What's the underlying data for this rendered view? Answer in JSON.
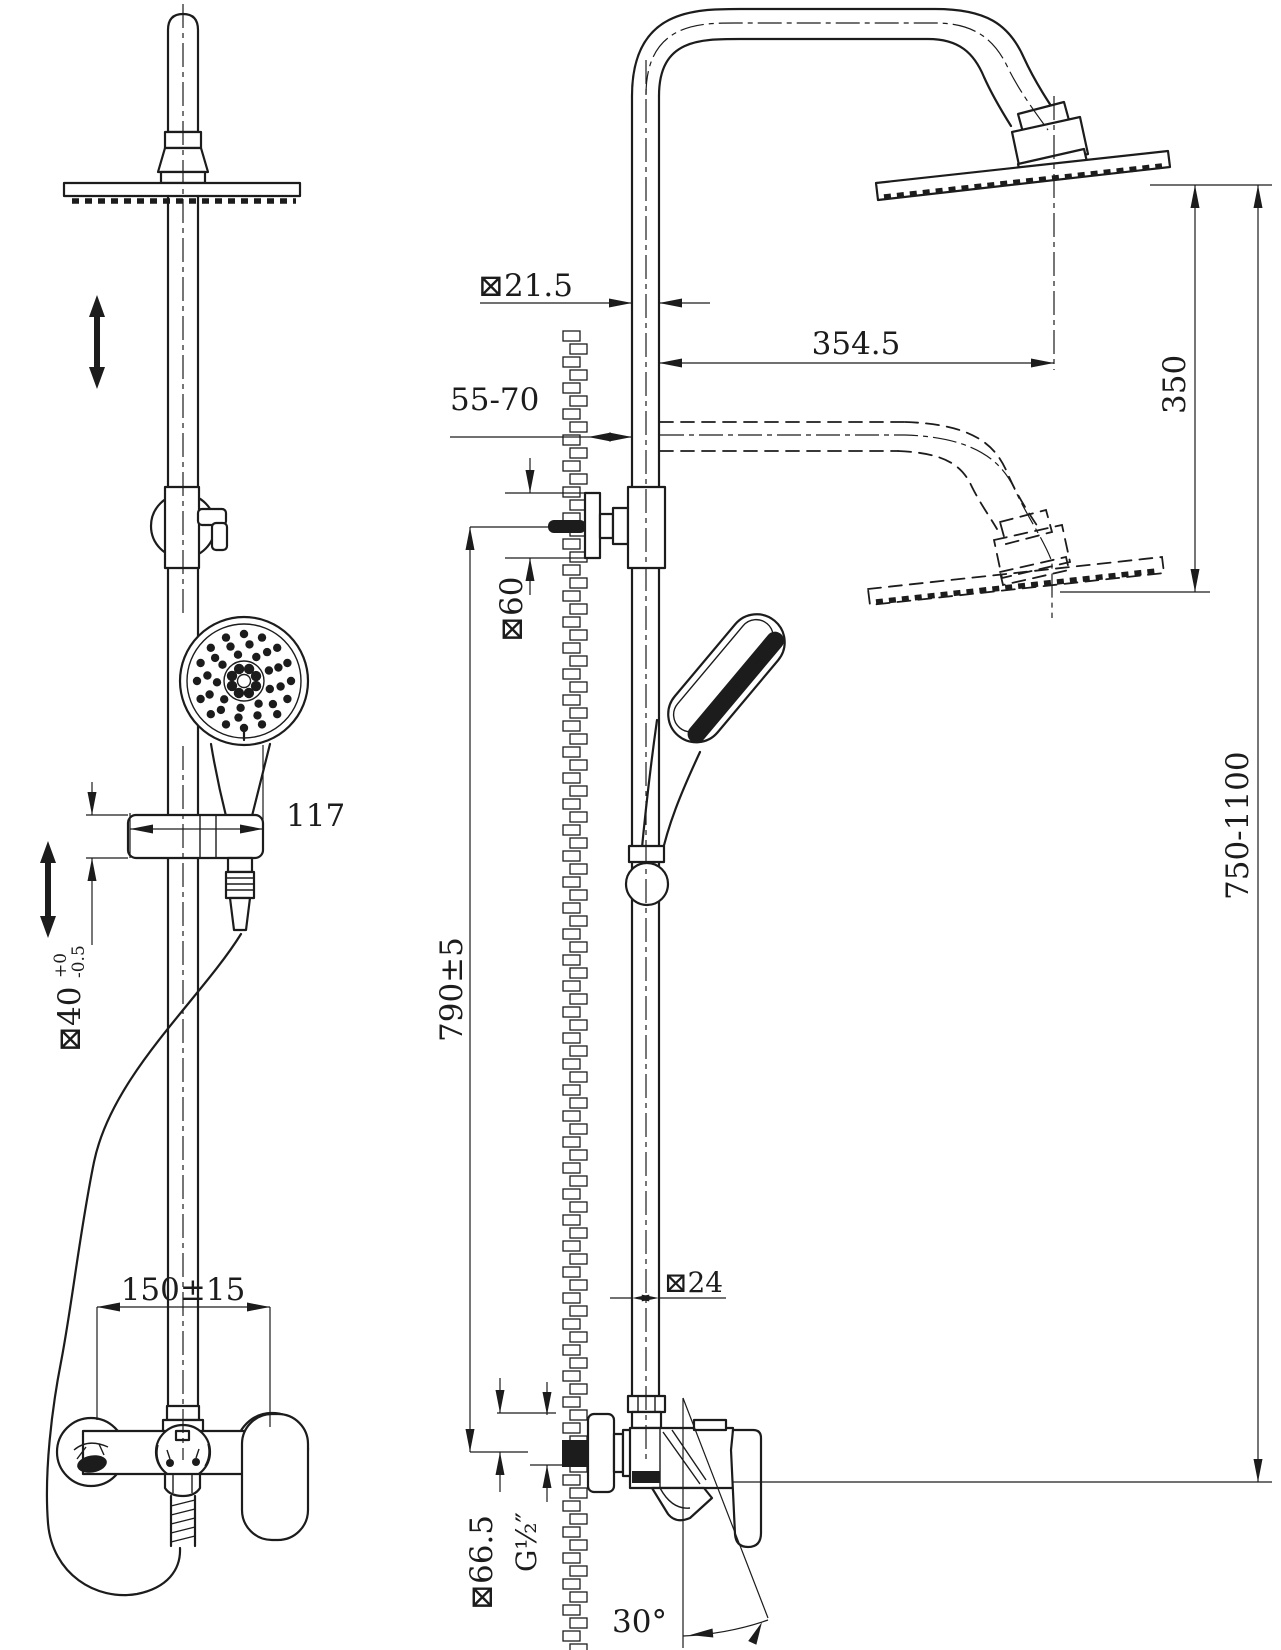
{
  "page": {
    "background": "#ffffff",
    "line_color": "#1c1c1c"
  },
  "drawing": {
    "type": "technical-drawing",
    "subject": "thermostatic shower column with overhead and hand shower, front and side installation views",
    "dimensions": {
      "pipe_outer_diameter": "⊠21.5",
      "wall_to_pipe": "55-70",
      "arm_reach": "354.5",
      "head_drop": "350",
      "bracket_flange_diameter": "⊠60",
      "overall_height": "750-1100",
      "handshower_offset": "117",
      "holder_diameter_value": "⊠40",
      "holder_tolerance_plus": "+0",
      "holder_tolerance_minus": "-0.5",
      "rail_length": "790±5",
      "rail_diameter": "⊠24",
      "inlet_spacing": "150±15",
      "outlet_height": "⊠66.5",
      "thread": "G½″",
      "handle_swing": "30°"
    }
  }
}
